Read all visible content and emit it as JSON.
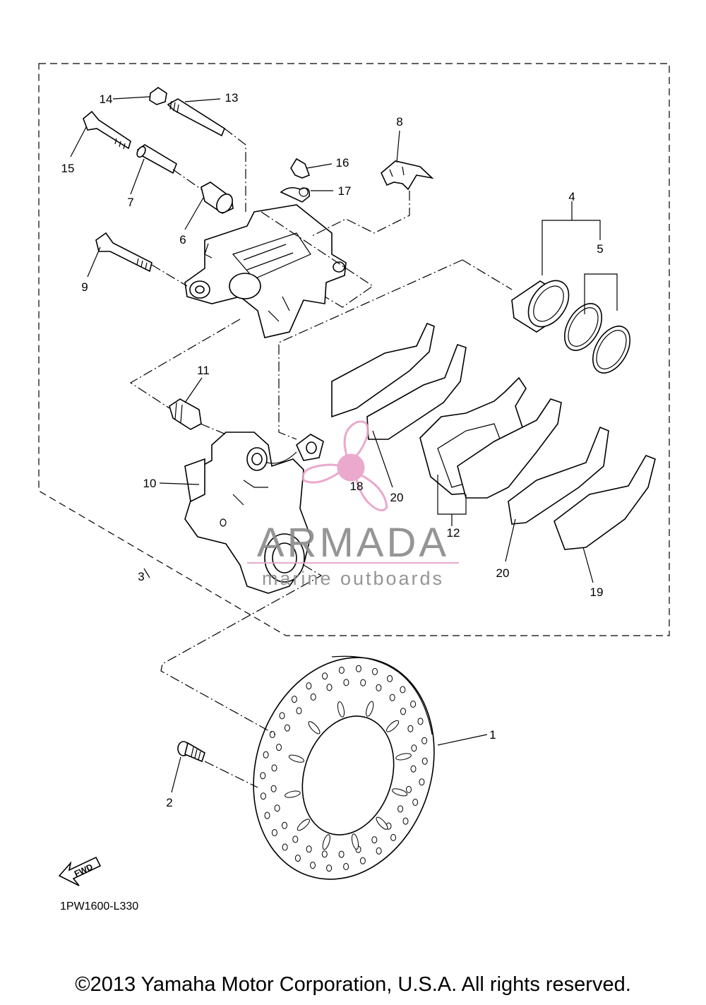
{
  "callouts": [
    {
      "id": "1",
      "label": "1"
    },
    {
      "id": "2",
      "label": "2"
    },
    {
      "id": "3",
      "label": "3"
    },
    {
      "id": "4",
      "label": "4"
    },
    {
      "id": "5",
      "label": "5"
    },
    {
      "id": "6",
      "label": "6"
    },
    {
      "id": "7",
      "label": "7"
    },
    {
      "id": "8",
      "label": "8"
    },
    {
      "id": "9",
      "label": "9"
    },
    {
      "id": "10",
      "label": "10"
    },
    {
      "id": "11",
      "label": "11"
    },
    {
      "id": "12",
      "label": "12"
    },
    {
      "id": "13",
      "label": "13"
    },
    {
      "id": "14",
      "label": "14"
    },
    {
      "id": "15",
      "label": "15"
    },
    {
      "id": "16",
      "label": "16"
    },
    {
      "id": "17",
      "label": "17"
    },
    {
      "id": "18",
      "label": "18"
    },
    {
      "id": "19",
      "label": "19"
    },
    {
      "id": "20a",
      "label": "20"
    },
    {
      "id": "20b",
      "label": "20"
    }
  ],
  "direction_badge": "FWD",
  "diagram_code": "1PW1600-L330",
  "watermark": {
    "brand": "ARMADA",
    "tagline": "marine outboards",
    "logo_icon": "propeller-logo-icon",
    "accent_color": "#e8a0c8"
  },
  "copyright": "©2013 Yamaha Motor Corporation, U.S.A. All rights reserved."
}
